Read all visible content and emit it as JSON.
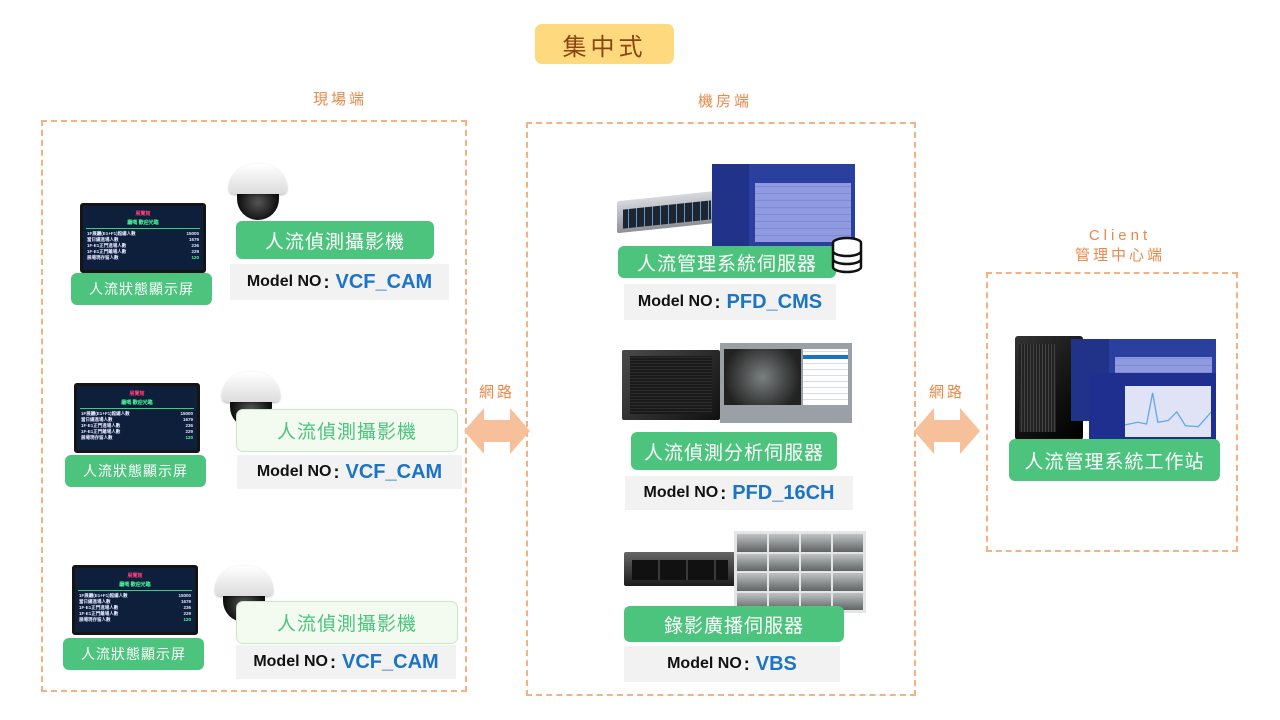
{
  "title": "集中式",
  "colors": {
    "title_bg": "#ffd97d",
    "zone_border": "#f4b183",
    "zone_label": "#e8894a",
    "label_green": "#4dc47e",
    "model_value": "#1b74c4",
    "arrow": "#f5c09a"
  },
  "zones": {
    "site": {
      "label": "現場端",
      "units": [
        {
          "display_label": "人流狀態顯示屏",
          "camera_label": "人流偵測攝影機",
          "model_label": "Model NO",
          "model_value": "VCF_CAM"
        },
        {
          "display_label": "人流狀態顯示屏",
          "camera_label": "人流偵測攝影機",
          "model_label": "Model NO",
          "model_value": "VCF_CAM"
        },
        {
          "display_label": "人流狀態顯示屏",
          "camera_label": "人流偵測攝影機",
          "model_label": "Model NO",
          "model_value": "VCF_CAM"
        }
      ],
      "monitor_screen": {
        "title": "展覽館",
        "header": "廳嘅 歡迎光臨",
        "rows": [
          {
            "label": "1F展廳(E1+F1)館總人數",
            "value": "15000"
          },
          {
            "label": "當日總進場人數",
            "value": "1679"
          },
          {
            "label": "1F-E1正門進場人數",
            "value": "236"
          },
          {
            "label": "1F-E1正門離場人數",
            "value": "229"
          },
          {
            "label": "展場現存留人數",
            "value": "120"
          }
        ]
      }
    },
    "server_room": {
      "label": "機房端",
      "servers": [
        {
          "label": "人流管理系統伺服器",
          "model_label": "Model NO",
          "model_value": "PFD_CMS",
          "icon": "database-icon"
        },
        {
          "label": "人流偵測分析伺服器",
          "model_label": "Model NO",
          "model_value": "PFD_16CH"
        },
        {
          "label": "錄影廣播伺服器",
          "model_label": "Model NO",
          "model_value": "VBS"
        }
      ]
    },
    "client": {
      "label_line1": "Client",
      "label_line2": "管理中心端",
      "workstation_label": "人流管理系統工作站"
    }
  },
  "connections": [
    {
      "label": "網路",
      "from": "現場端",
      "to": "機房端"
    },
    {
      "label": "網路",
      "from": "機房端",
      "to": "管理中心端"
    }
  ]
}
